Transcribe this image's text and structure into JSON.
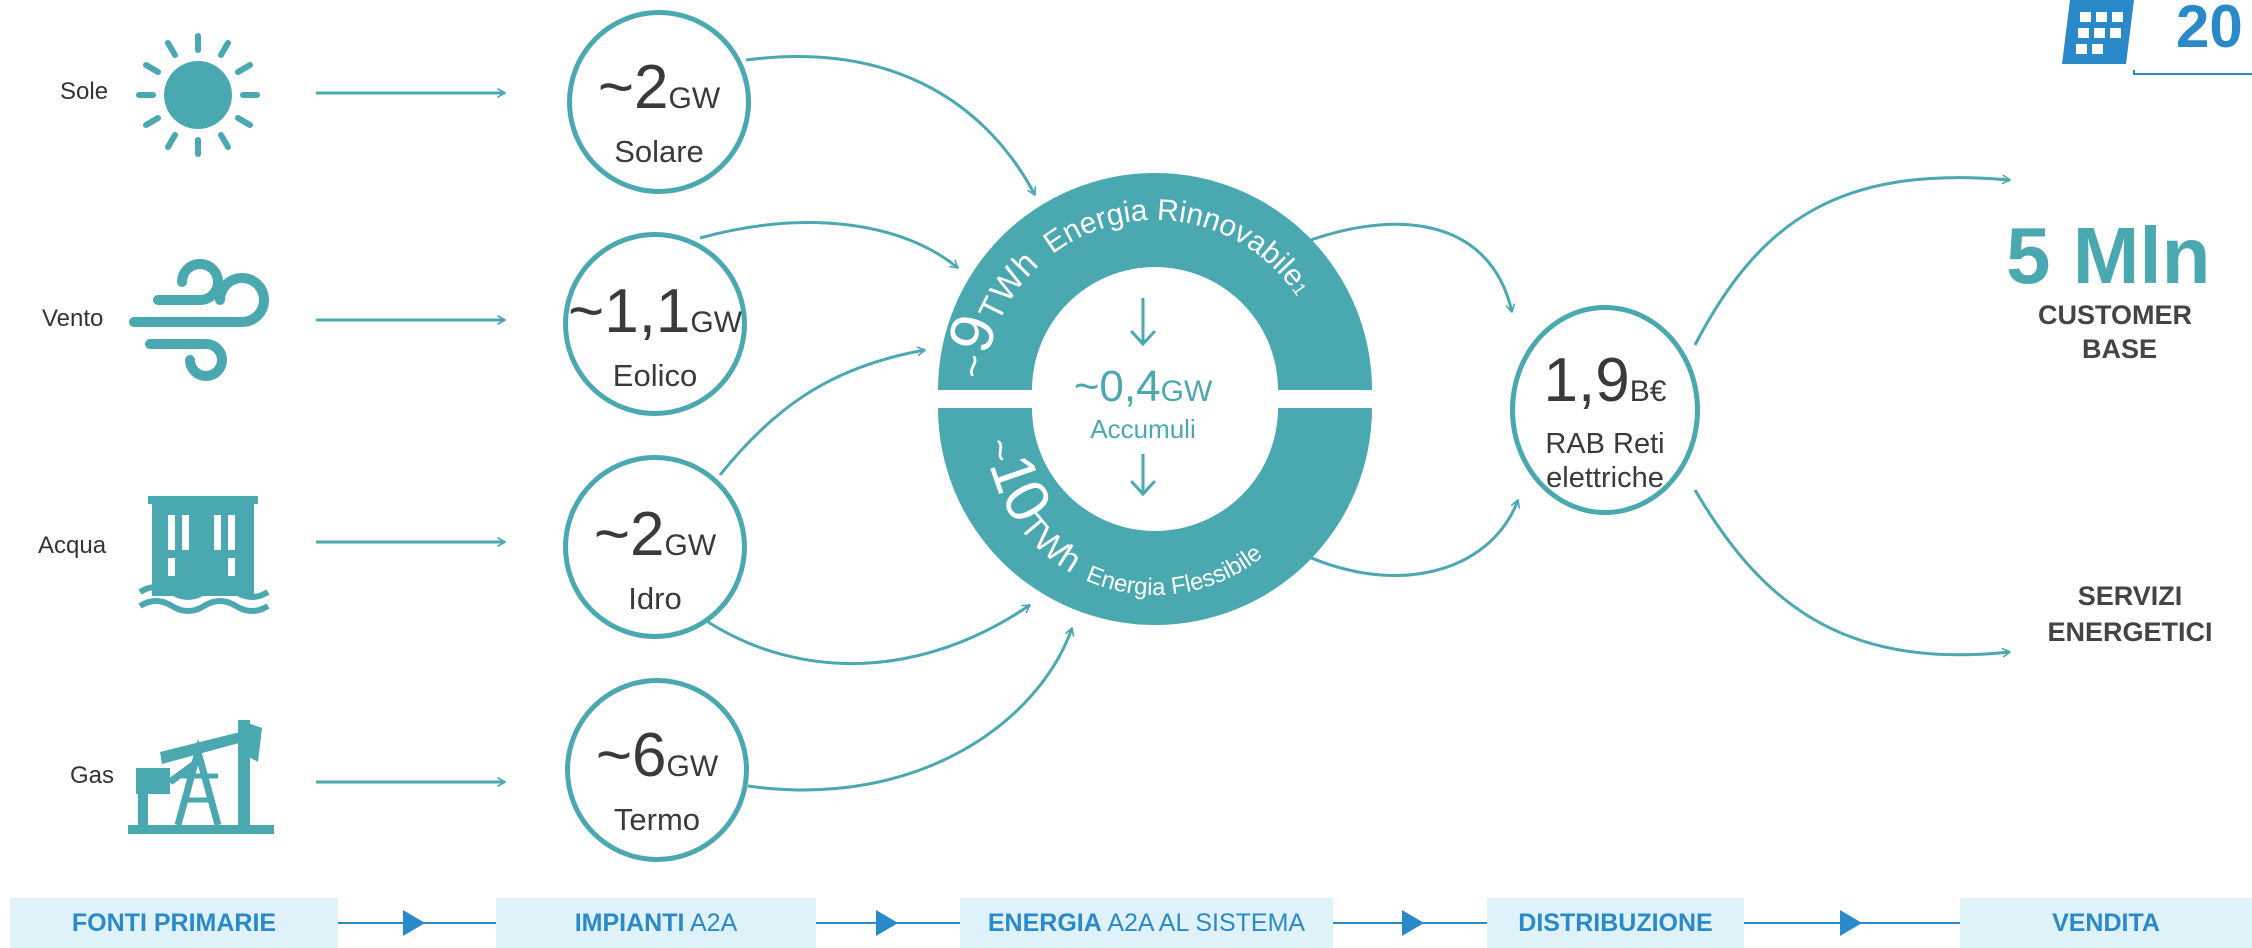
{
  "colors": {
    "teal": "#4aa8b1",
    "blue": "#2a89c8",
    "tab_bg": "#dff2fa"
  },
  "sources": [
    {
      "label": "Sole",
      "icon": "sun-icon"
    },
    {
      "label": "Vento",
      "icon": "wind-icon"
    },
    {
      "label": "Acqua",
      "icon": "dam-icon"
    },
    {
      "label": "Gas",
      "icon": "oil-pump-icon"
    }
  ],
  "plants": [
    {
      "value": "~2",
      "unit": "GW",
      "name": "Solare"
    },
    {
      "value": "~1,1",
      "unit": "GW",
      "name": "Eolico"
    },
    {
      "value": "~2",
      "unit": "GW",
      "name": "Idro"
    },
    {
      "value": "~6",
      "unit": "GW",
      "name": "Termo"
    }
  ],
  "energy": {
    "renewable": {
      "prefix": "~",
      "value": "9",
      "unit": "TWh",
      "label": "Energia Rinnovabile",
      "note": "1"
    },
    "flexible": {
      "prefix": "~",
      "value": "10",
      "unit": "TWh",
      "label": "Energia Flessibile"
    },
    "storage": {
      "value": "~0,4",
      "unit": "GW",
      "label": "Accumuli"
    }
  },
  "distribution": {
    "value": "1,9",
    "unit": "B€",
    "label_line1": "RAB Reti",
    "label_line2": "elettriche"
  },
  "sales": {
    "customer_value": "5 Mln",
    "customer_line1": "CUSTOMER",
    "customer_line2": "BASE",
    "services_line1": "SERVIZI",
    "services_line2": "ENERGETICI"
  },
  "corner_badge": {
    "text": "20",
    "icon": "calendar-icon"
  },
  "stages": [
    {
      "bold": "FONTI PRIMARIE",
      "rest": ""
    },
    {
      "bold": "IMPIANTI",
      "rest": " A2A"
    },
    {
      "bold": "ENERGIA",
      "rest": " A2A AL SISTEMA"
    },
    {
      "bold": "DISTRIBUZIONE",
      "rest": ""
    },
    {
      "bold": "",
      "rest": "VENDITA"
    }
  ]
}
